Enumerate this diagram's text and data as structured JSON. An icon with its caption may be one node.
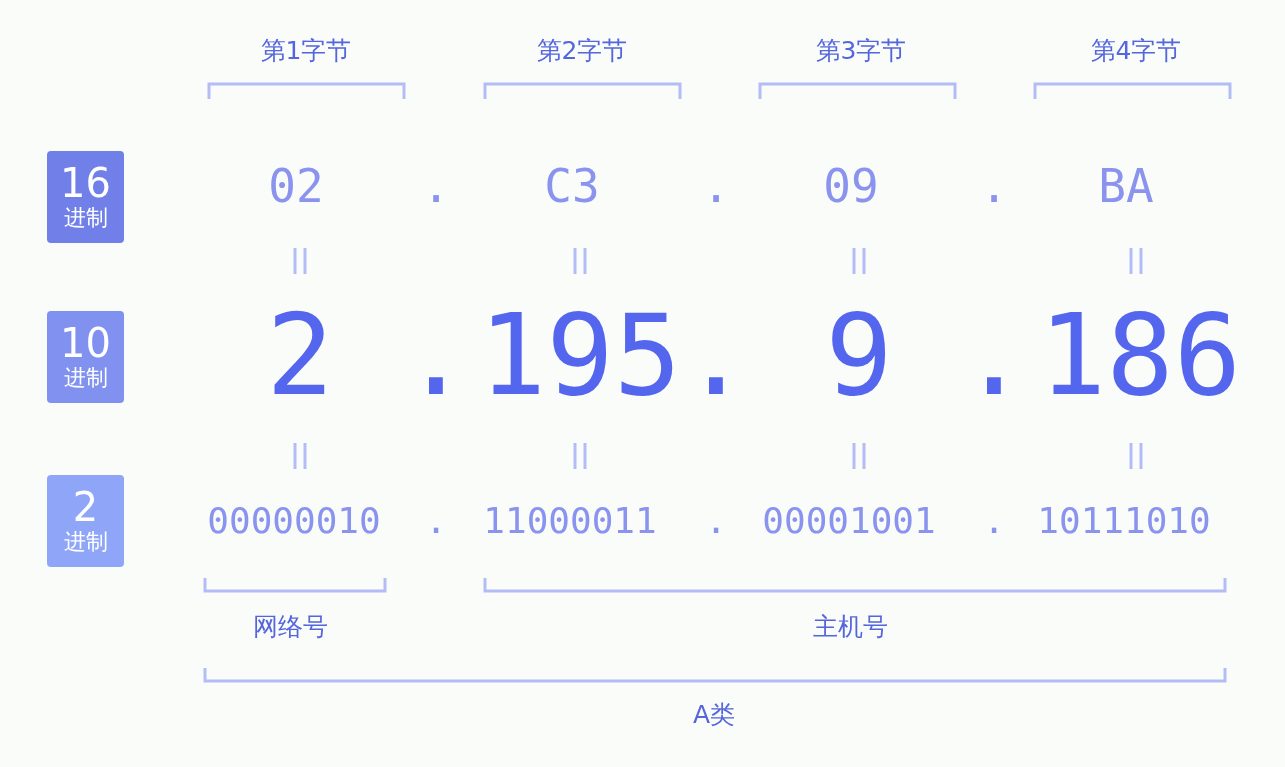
{
  "diagram": {
    "nodes": [
      {
        "text": [
          "16",
          "进制"
        ]
      },
      {
        "text": [
          "10",
          "进制"
        ]
      },
      {
        "text": [
          "2",
          "进制"
        ]
      }
    ],
    "labels": [
      "第1字节",
      "第2字节",
      "第3字节",
      "第4字节",
      "02",
      ".",
      "C3",
      ".",
      "09",
      ".",
      "BA",
      "2",
      ".",
      "195",
      ".",
      "9",
      ".",
      "186",
      "00000010",
      ".",
      "11000011",
      ".",
      "00001001",
      ".",
      "10111010",
      "网络号",
      "主机号",
      "A类"
    ]
  }
}
